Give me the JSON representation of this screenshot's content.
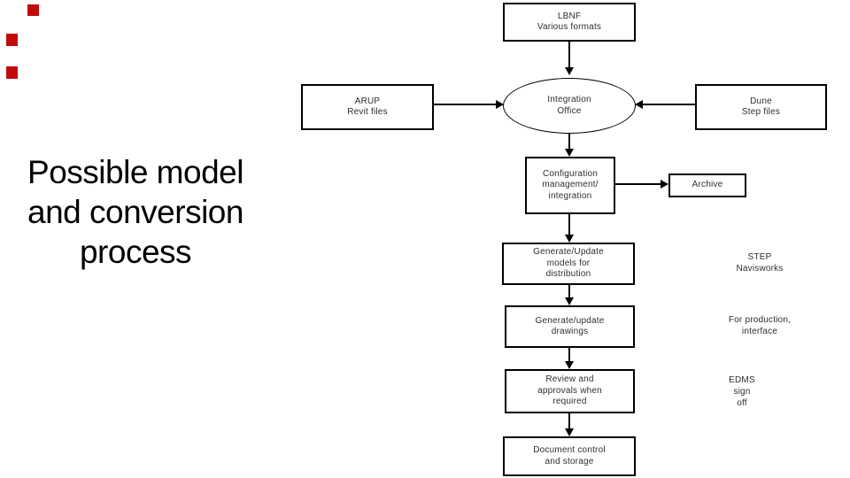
{
  "slide": {
    "title_lines": [
      "Possible model",
      "and conversion",
      "process"
    ]
  },
  "colors": {
    "marker_red": "#c10b0b",
    "connector_black": "#000000",
    "node_text": "#2e2e2e",
    "background": "#ffffff"
  },
  "flowchart": {
    "nodes": {
      "lbnf": {
        "lines": [
          "LBNF",
          "Various formats"
        ]
      },
      "arup": {
        "lines": [
          "ARUP",
          "Revit files"
        ]
      },
      "dune": {
        "lines": [
          "Dune",
          "Step files"
        ]
      },
      "integration_office": {
        "lines": [
          "Integration",
          "Office"
        ]
      },
      "config_mgmt": {
        "lines": [
          "Configuration",
          "management/",
          "integration"
        ]
      },
      "archive": {
        "lines": [
          "Archive"
        ]
      },
      "generate_models": {
        "lines": [
          "Generate/Update",
          "models for",
          "distribution"
        ]
      },
      "generate_drawings": {
        "lines": [
          "Generate/update",
          "drawings"
        ]
      },
      "review_approvals": {
        "lines": [
          "Review and",
          "approvals when",
          "required"
        ]
      },
      "document_control": {
        "lines": [
          "Document control",
          "and storage"
        ]
      }
    },
    "annotations": {
      "step_navisworks": {
        "lines": [
          "STEP",
          "Navisworks"
        ]
      },
      "for_production": {
        "lines": [
          "For production,",
          "interface"
        ]
      },
      "edms_sign_off": {
        "lines": [
          "EDMS",
          "sign",
          "off"
        ]
      }
    }
  }
}
